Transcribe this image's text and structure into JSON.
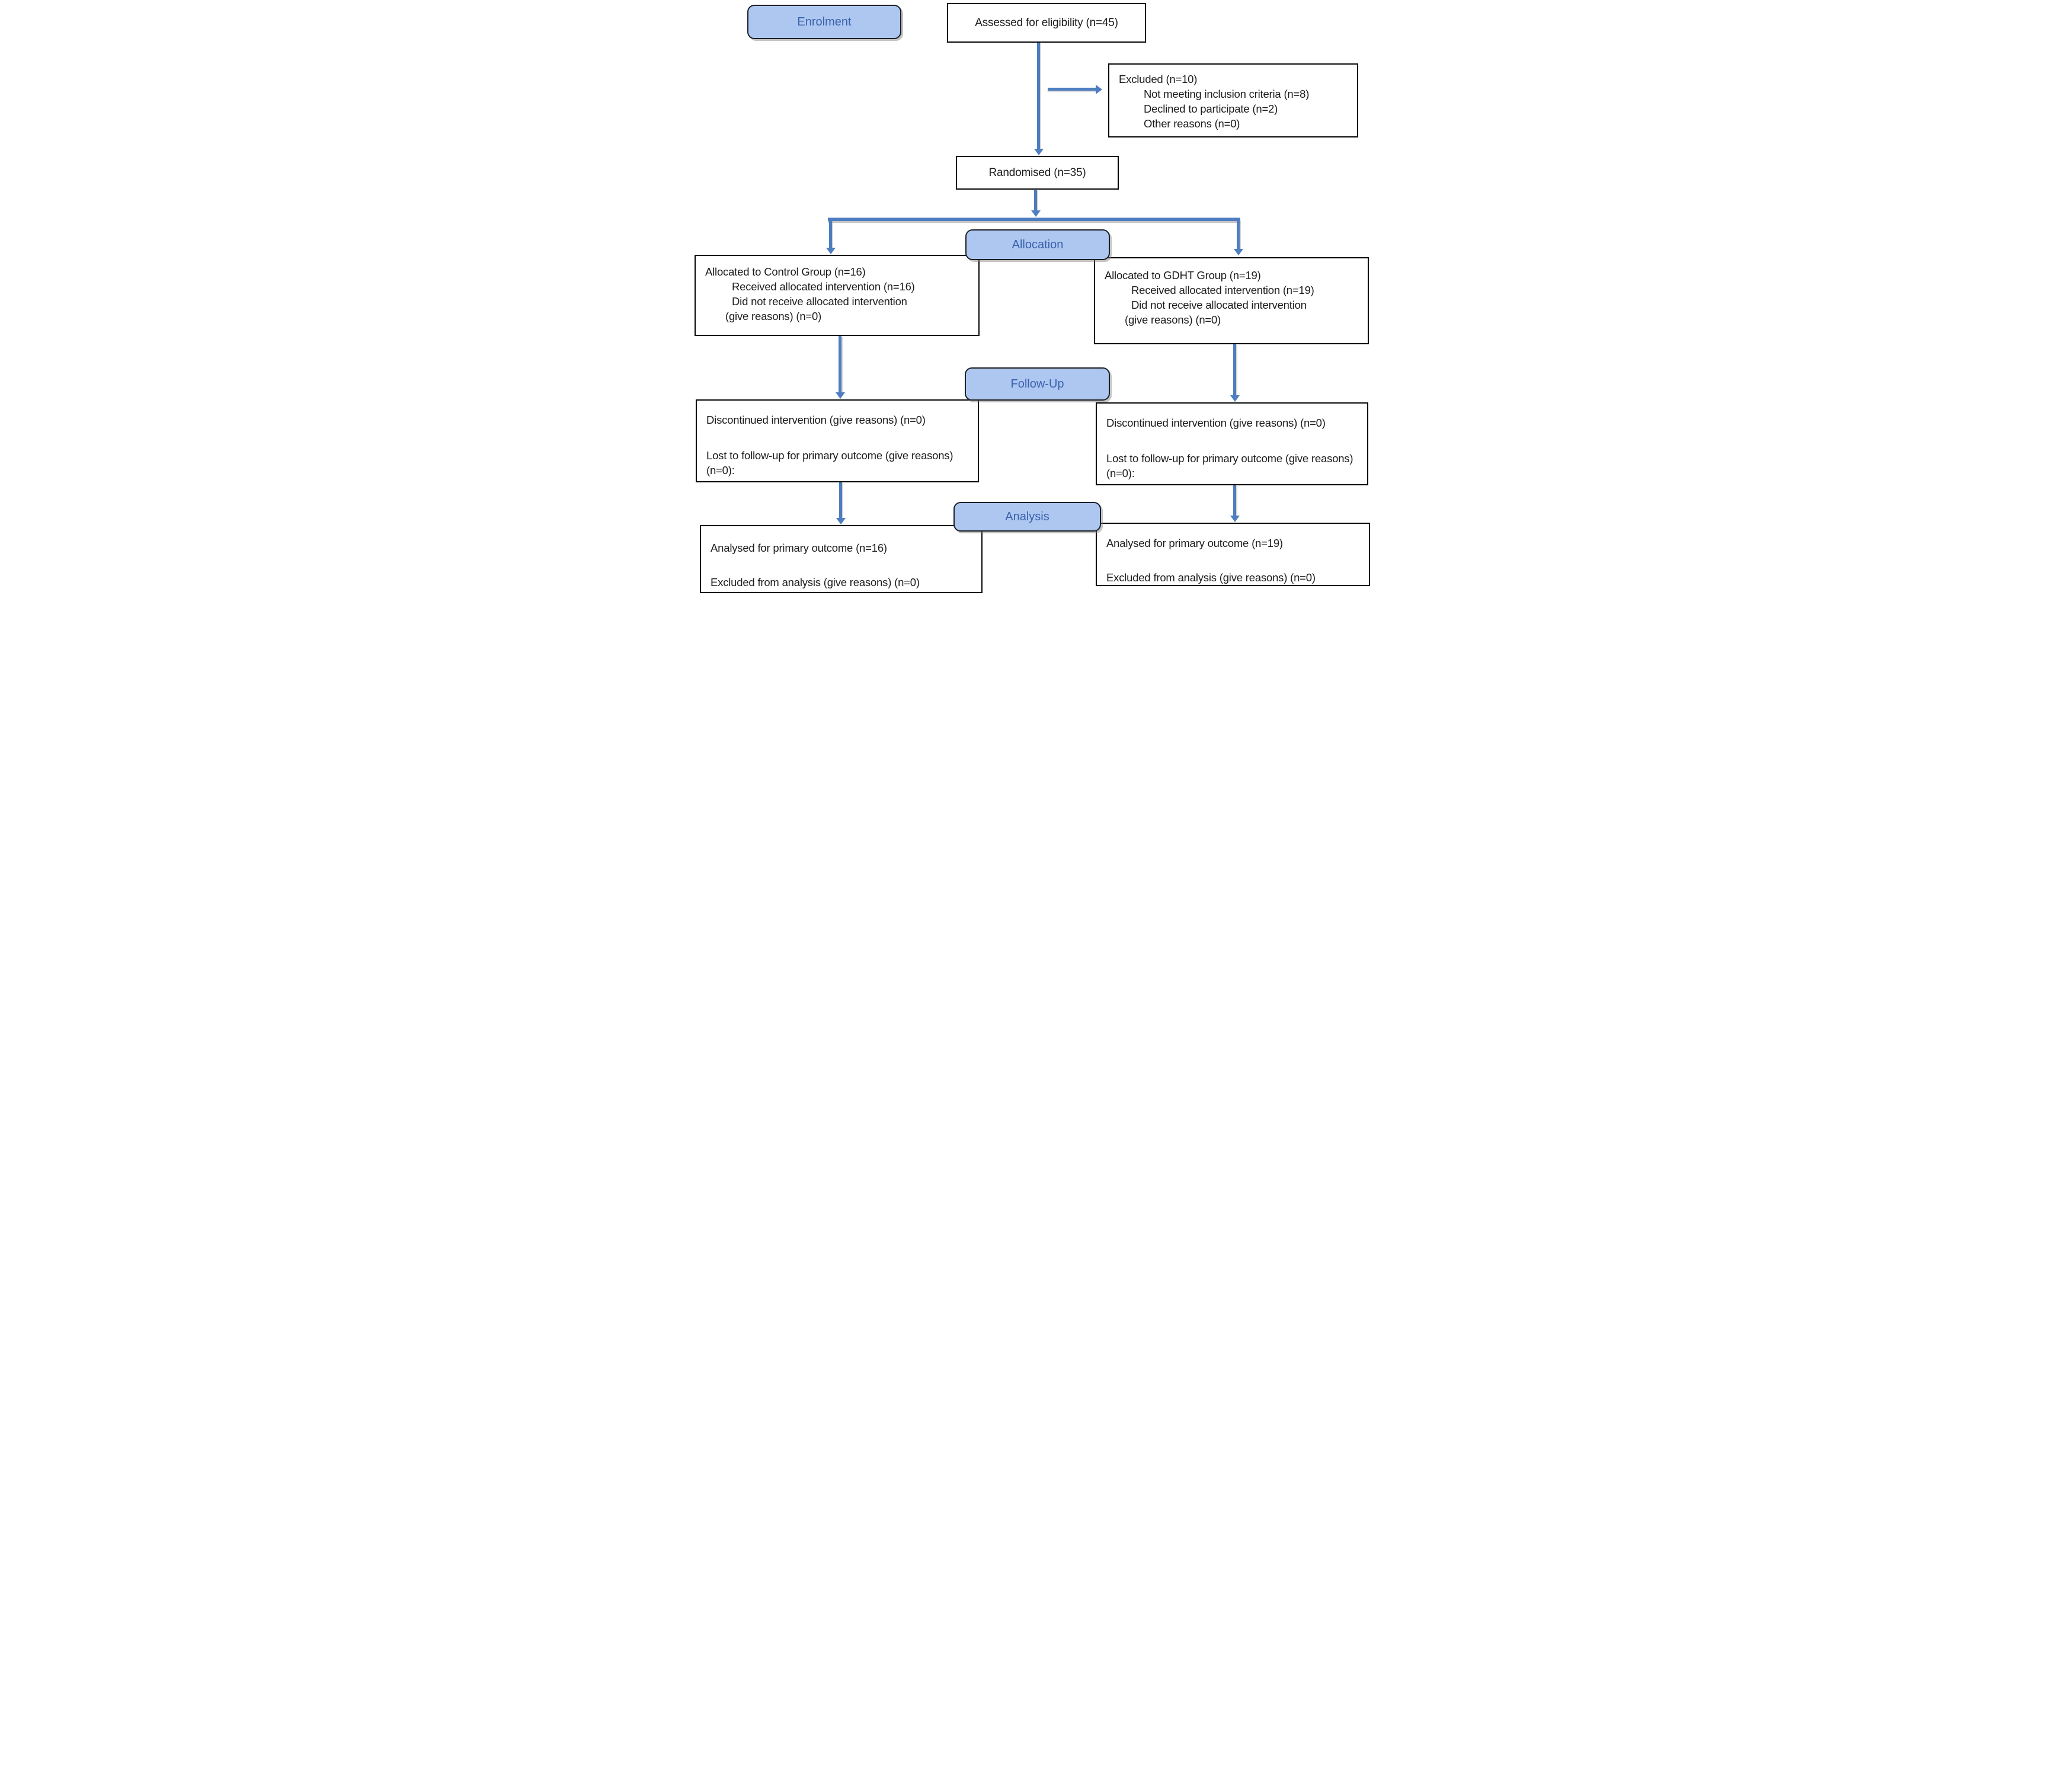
{
  "phases": {
    "enrolment": "Enrolment",
    "allocation": "Allocation",
    "follow_up": "Follow-Up",
    "analysis": "Analysis"
  },
  "boxes": {
    "assessed": {
      "text": "Assessed for eligibility (n=45)"
    },
    "excluded": {
      "title": "Excluded (n=10)",
      "items": [
        "Not meeting inclusion criteria (n=8)",
        "Declined to participate (n=2)",
        "Other reasons (n=0)"
      ]
    },
    "randomised": {
      "text": "Randomised (n=35)"
    },
    "alloc_control": {
      "lines": [
        "Allocated to Control Group (n=16)",
        "Received allocated intervention (n=16)",
        "Did not receive allocated intervention",
        "(give reasons) (n=0)"
      ]
    },
    "alloc_gdht": {
      "lines": [
        "Allocated to GDHT Group (n=19)",
        "Received allocated intervention (n=19)",
        "Did not receive allocated intervention",
        "(give reasons) (n=0)"
      ]
    },
    "followup_control": {
      "lines": [
        "Discontinued intervention (give reasons) (n=0)",
        "Lost to follow-up for primary outcome (give reasons) (n=0):"
      ]
    },
    "followup_gdht": {
      "lines": [
        "Discontinued intervention (give reasons) (n=0)",
        "Lost to follow-up for primary outcome (give reasons) (n=0):"
      ]
    },
    "analysis_control": {
      "lines": [
        "Analysed for primary outcome (n=16)",
        "Excluded from analysis (give reasons) (n=0)"
      ]
    },
    "analysis_gdht": {
      "lines": [
        "Analysed for primary outcome (n=19)",
        "Excluded from analysis (give reasons) (n=0)"
      ]
    }
  },
  "colors": {
    "pill_fill": "#aec7f1",
    "pill_text": "#3a61ad",
    "pill_border": "#1c2127",
    "box_border": "#060606",
    "box_bg": "#ffffff",
    "arrow": "#4e7dc0",
    "arrow_shadow": "#a0a0a0",
    "page_bg": "#ffffff",
    "text": "#1c1c1c"
  }
}
